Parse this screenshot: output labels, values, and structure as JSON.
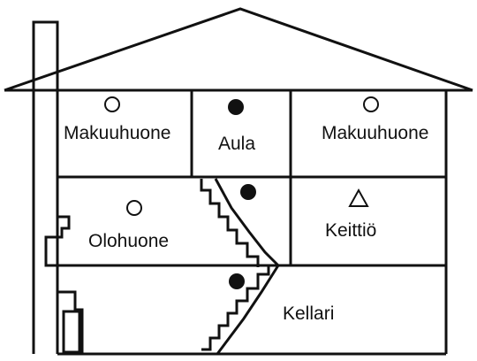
{
  "colors": {
    "line": "#111111",
    "background": "#ffffff",
    "marker_filled": "#111111",
    "marker_open": "#ffffff"
  },
  "rooms": {
    "bedroom_left": {
      "label": "Makuuhuone",
      "marker": "open-circle"
    },
    "hall": {
      "label": "Aula",
      "marker": "filled-circle"
    },
    "bedroom_right": {
      "label": "Makuuhuone",
      "marker": "open-circle"
    },
    "living_room": {
      "label": "Olohuone",
      "marker": "open-circle"
    },
    "kitchen": {
      "label": "Keittiö",
      "marker": "open-triangle"
    },
    "stairwell": {
      "marker": "filled-circle"
    },
    "basement": {
      "label": "Kellari",
      "marker": "filled-circle"
    }
  }
}
